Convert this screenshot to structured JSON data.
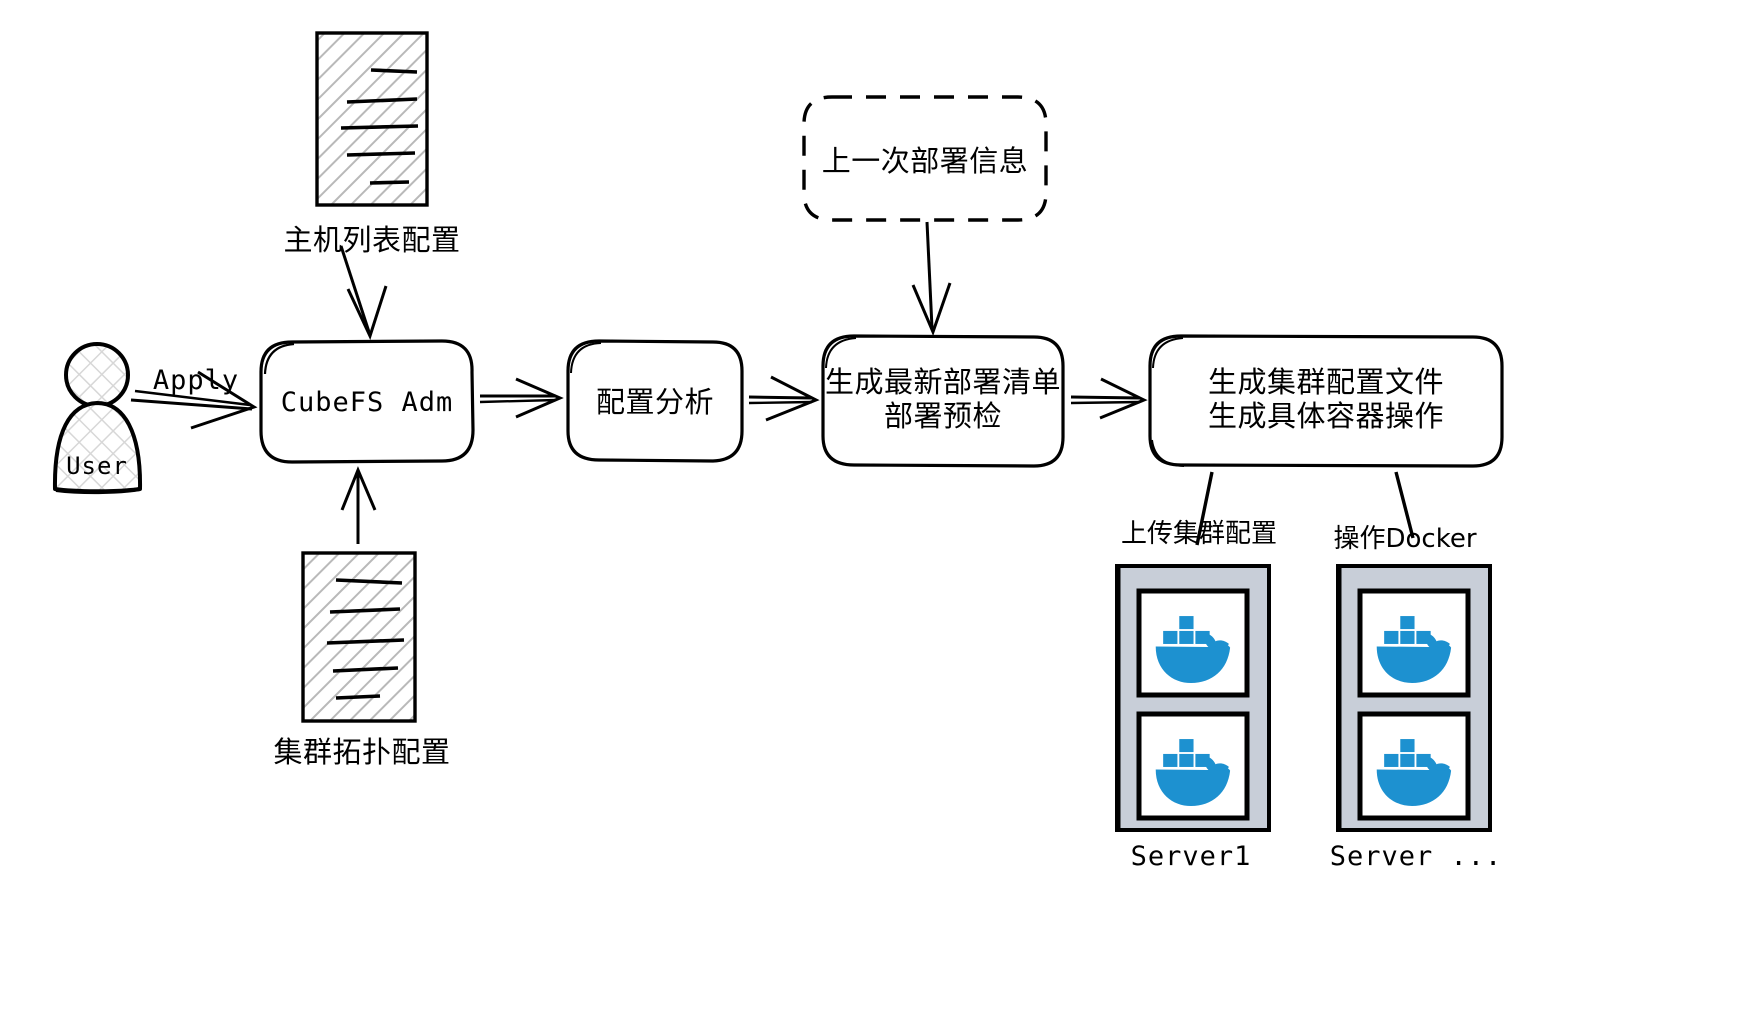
{
  "diagram": {
    "title": "CubeFS Adm deployment flow",
    "actors": [
      {
        "id": "user",
        "label": "User",
        "icon": "user-person-icon"
      }
    ],
    "documents": [
      {
        "id": "host-list-config",
        "label": "主机列表配置",
        "icon": "document-hatched-icon"
      },
      {
        "id": "cluster-topology-config",
        "label": "集群拓扑配置",
        "icon": "document-hatched-icon"
      }
    ],
    "notes": [
      {
        "id": "last-deploy-info",
        "label": "上一次部署信息",
        "style": "dashed"
      }
    ],
    "process_nodes": [
      {
        "id": "cubefs-adm",
        "label": "CubeFS Adm",
        "lines": [
          "CubeFS Adm"
        ]
      },
      {
        "id": "config-analysis",
        "label": "配置分析",
        "lines": [
          "配置分析"
        ]
      },
      {
        "id": "generate-manifest",
        "label": "生成最新部署清单 部署预检",
        "lines": [
          "生成最新部署清单",
          "部署预检"
        ]
      },
      {
        "id": "generate-cluster-config",
        "label": "生成集群配置文件 生成具体容器操作",
        "lines": [
          "生成集群配置文件",
          "生成具体容器操作"
        ]
      }
    ],
    "edge_labels": [
      {
        "id": "apply",
        "label": "Apply"
      },
      {
        "id": "upload-cluster-config",
        "label": "上传集群配置"
      },
      {
        "id": "operate-docker",
        "label": "操作Docker"
      }
    ],
    "servers": [
      {
        "id": "server1",
        "label": "Server1",
        "containers": [
          "docker-whale-icon",
          "docker-whale-icon"
        ]
      },
      {
        "id": "server-n",
        "label": "Server ...",
        "containers": [
          "docker-whale-icon",
          "docker-whale-icon"
        ]
      }
    ],
    "colors": {
      "stroke": "#000000",
      "background": "#ffffff",
      "docker_blue": "#1d91d0",
      "server_fill": "#c8ced8",
      "hatch": "#b8b8b8"
    }
  }
}
